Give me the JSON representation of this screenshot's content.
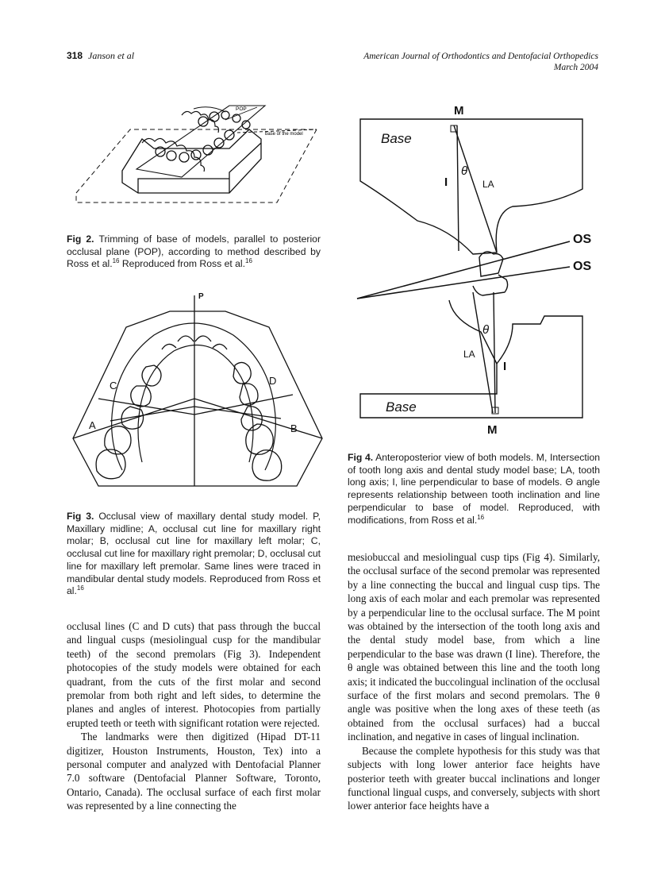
{
  "header": {
    "page_number": "318",
    "authors": "Janson et al",
    "journal": "American Journal of Orthodontics and Dentofacial Orthopedics",
    "date": "March 2004"
  },
  "fig2": {
    "labels": {
      "pop": "POP",
      "base": "base of the model"
    },
    "caption_label": "Fig 2.",
    "caption_text": "Trimming of base of models, parallel to posterior occlusal plane (POP), according to method described by Ross et al.",
    "ref1": "16",
    "caption_tail": " Reproduced from Ross et al.",
    "ref2": "16"
  },
  "fig3": {
    "labels": {
      "p": "P",
      "a": "A",
      "b": "B",
      "c": "C",
      "d": "D"
    },
    "caption_label": "Fig 3.",
    "caption_text": "Occlusal view of maxillary dental study model. P, Maxillary midline; A, occlusal cut line for maxillary right molar; B, occlusal cut line for maxillary left molar; C, occlusal cut line for maxillary right premolar; D, occlusal cut line for maxillary left premolar. Same lines were traced in mandibular dental study models. Reproduced from Ross et al.",
    "ref": "16"
  },
  "fig4": {
    "labels": {
      "m_top": "M",
      "m_bottom": "M",
      "base_top": "Base",
      "base_bottom": "Base",
      "os_top": "OS",
      "os_bottom": "OS",
      "theta_top": "θ",
      "theta_bottom": "θ",
      "la_top": "LA",
      "la_bottom": "LA",
      "i_top": "I",
      "i_bottom": "I"
    },
    "caption_label": "Fig 4.",
    "caption_text": "Anteroposterior view of both models. M, Intersection of tooth long axis and dental study model base; LA, tooth long axis; I, line perpendicular to base of models. Θ angle represents relationship between tooth inclination and line perpendicular to base of model. Reproduced, with modifications, from Ross et al.",
    "ref": "16"
  },
  "body": {
    "left_p1": "occlusal lines (C and D cuts) that pass through the buccal and lingual cusps (mesiolingual cusp for the mandibular teeth) of the second premolars (Fig 3). Independent photocopies of the study models were obtained for each quadrant, from the cuts of the first molar and second premolar from both right and left sides, to determine the planes and angles of interest. Photocopies from partially erupted teeth or teeth with significant rotation were rejected.",
    "left_p2": "The landmarks were then digitized (Hipad DT-11 digitizer, Houston Instruments, Houston, Tex) into a personal computer and analyzed with Dentofacial Planner 7.0 software (Dentofacial Planner Software, Toronto, Ontario, Canada). The occlusal surface of each first molar was represented by a line connecting the",
    "right_p1": "mesiobuccal and mesiolingual cusp tips (Fig 4). Similarly, the occlusal surface of the second premolar was represented by a line connecting the buccal and lingual cusp tips. The long axis of each molar and each premolar was represented by a perpendicular line to the occlusal surface. The M point was obtained by the intersection of the tooth long axis and the dental study model base, from which a line perpendicular to the base was drawn (I line). Therefore, the θ angle was obtained between this line and the tooth long axis; it indicated the buccolingual inclination of the occlusal surface of the first molars and second premolars. The θ angle was positive when the long axes of these teeth (as obtained from the occlusal surfaces) had a buccal inclination, and negative in cases of lingual inclination.",
    "right_p2": "Because the complete hypothesis for this study was that subjects with long lower anterior face heights have posterior teeth with greater buccal inclinations and longer functional lingual cusps, and conversely, subjects with short lower anterior face heights have a"
  }
}
